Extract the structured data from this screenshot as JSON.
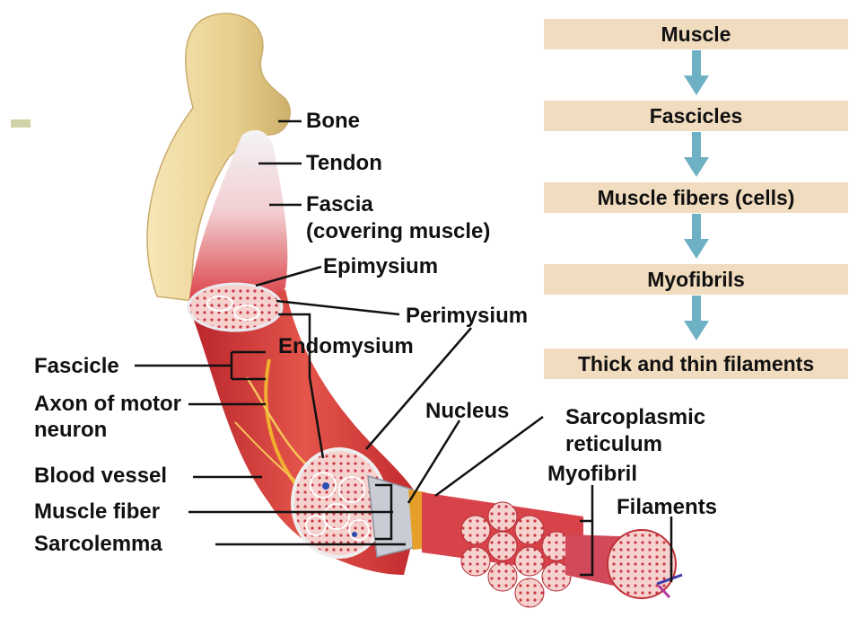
{
  "labels": {
    "bone": "Bone",
    "tendon": "Tendon",
    "fascia": "Fascia",
    "fascia_note": "(covering muscle)",
    "epimysium": "Epimysium",
    "perimysium": "Perimysium",
    "endomysium": "Endomysium",
    "fascicle": "Fascicle",
    "axon_line1": "Axon of motor",
    "axon_line2": "neuron",
    "blood_vessel": "Blood vessel",
    "muscle_fiber": "Muscle fiber",
    "sarcolemma": "Sarcolemma",
    "nucleus": "Nucleus",
    "sr_line1": "Sarcoplasmic",
    "sr_line2": "reticulum",
    "myofibril": "Myofibril",
    "filaments": "Filaments"
  },
  "hierarchy": [
    "Muscle",
    "Fascicles",
    "Muscle fibers (cells)",
    "Myofibrils",
    "Thick and thin filaments"
  ],
  "colors": {
    "hierarchy_box": "#f1dcbf",
    "arrow": "#6fb1c4",
    "muscle": "#d93b36",
    "bone": "#efd79a",
    "leader_line": "#111111"
  }
}
